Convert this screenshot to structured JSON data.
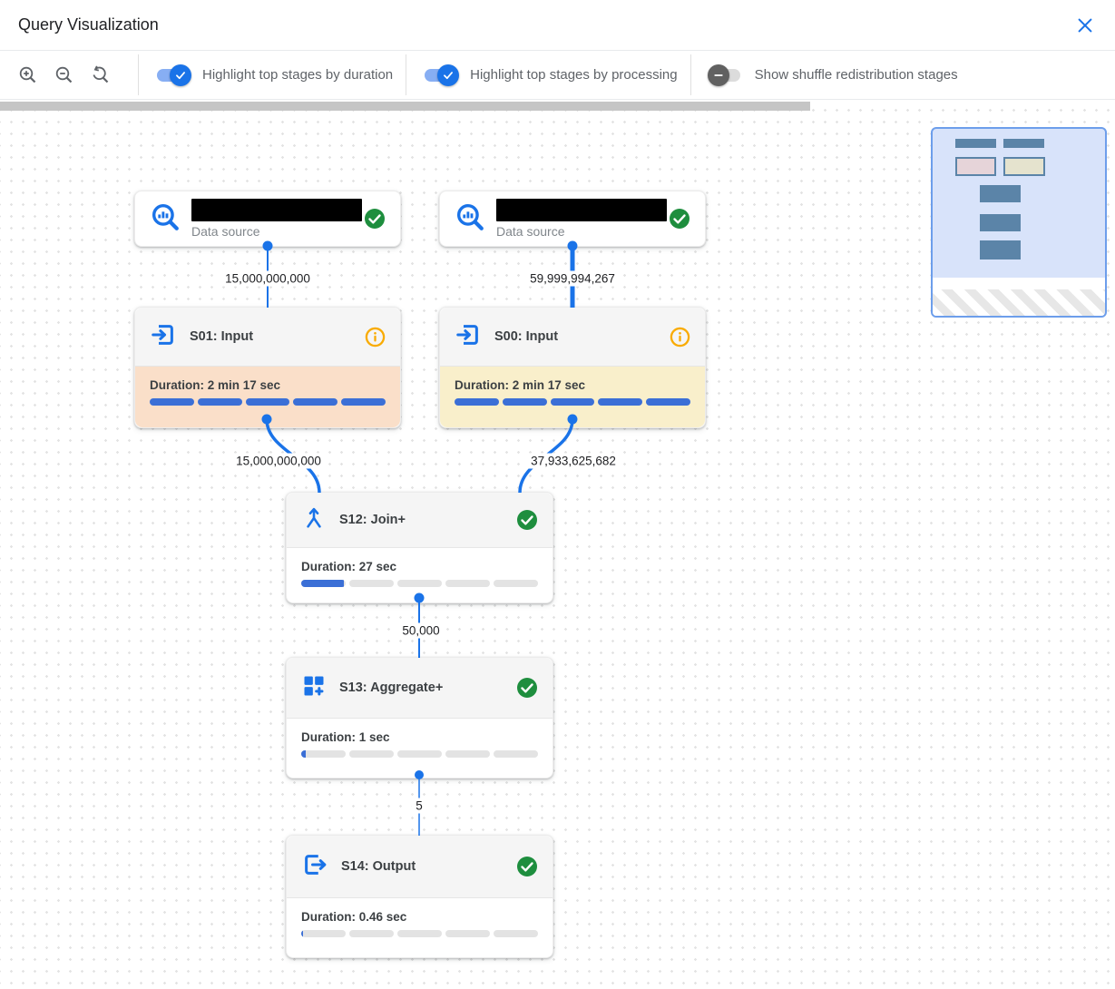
{
  "header": {
    "title": "Query Visualization"
  },
  "toolbar": {
    "zoom_icons": [
      "zoom-in-icon",
      "zoom-out-icon",
      "zoom-reset-icon"
    ],
    "toggles": [
      {
        "label": "Highlight top stages by duration",
        "state": "on"
      },
      {
        "label": "Highlight top stages by processing",
        "state": "on"
      },
      {
        "label": "Show shuffle redistribution stages",
        "state": "off"
      }
    ]
  },
  "graph": {
    "nodes": [
      {
        "id": "ds1",
        "type": "data-source",
        "label": "Data source",
        "icon": "bigquery-icon",
        "status": "success",
        "name_redacted": true
      },
      {
        "id": "ds2",
        "type": "data-source",
        "label": "Data source",
        "icon": "bigquery-icon",
        "status": "success",
        "name_redacted": true
      },
      {
        "id": "s01",
        "type": "stage",
        "title": "S01: Input",
        "icon": "input-icon",
        "status": "info",
        "duration": "Duration: 2 min 17 sec",
        "progress_pct": 100,
        "highlight": "top-stage-by-duration",
        "highlight_color": "#fadfc9"
      },
      {
        "id": "s00",
        "type": "stage",
        "title": "S00: Input",
        "icon": "input-icon",
        "status": "info",
        "duration": "Duration: 2 min 17 sec",
        "progress_pct": 100,
        "highlight": "top-stage-by-processing",
        "highlight_color": "#f9efcb"
      },
      {
        "id": "s12",
        "type": "stage",
        "title": "S12: Join+",
        "icon": "join-icon",
        "status": "success",
        "duration": "Duration: 27 sec",
        "progress_pct": 19,
        "highlight": "none",
        "highlight_color": "#ffffff"
      },
      {
        "id": "s13",
        "type": "stage",
        "title": "S13: Aggregate+",
        "icon": "aggregate-icon",
        "status": "success",
        "duration": "Duration: 1 sec",
        "progress_pct": 2,
        "highlight": "none",
        "highlight_color": "#ffffff"
      },
      {
        "id": "s14",
        "type": "stage",
        "title": "S14: Output",
        "icon": "output-icon",
        "status": "success",
        "duration": "Duration: 0.46 sec",
        "progress_pct": 1,
        "highlight": "none",
        "highlight_color": "#ffffff"
      }
    ],
    "edges": [
      {
        "from": "ds1",
        "to": "s01",
        "label": "15,000,000,000"
      },
      {
        "from": "ds2",
        "to": "s00",
        "label": "59,999,994,267"
      },
      {
        "from": "s01",
        "to": "s12",
        "label": "15,000,000,000"
      },
      {
        "from": "s00",
        "to": "s12",
        "label": "37,933,625,682"
      },
      {
        "from": "s12",
        "to": "s13",
        "label": "50,000"
      },
      {
        "from": "s13",
        "to": "s14",
        "label": "5"
      }
    ]
  },
  "colors": {
    "accent_blue": "#1a73e8",
    "progress_blue": "#3b6fd6",
    "success_green": "#1e8e3e",
    "info_orange": "#f9ab00",
    "duration_highlight": "#fadfc9",
    "processing_highlight": "#f9efcb",
    "minimap_bg": "#d8e3fa",
    "minimap_node": "#5b84a8"
  }
}
